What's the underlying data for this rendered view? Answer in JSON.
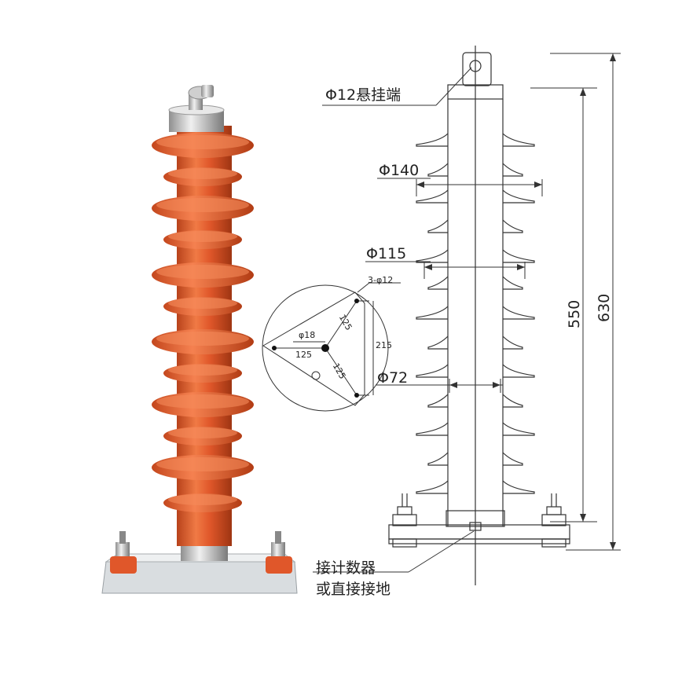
{
  "labels": {
    "suspension_end": "Φ12悬挂端",
    "dia_140": "Φ140",
    "dia_115": "Φ115",
    "dia_72": "Φ72",
    "height_550": "550",
    "height_630": "630",
    "counter_line1": "接计数器",
    "counter_line2": "或直接接地",
    "base_holes": "3-φ12",
    "base_center_hole": "φ18",
    "base_dim_215": "215",
    "base_dim_125_left": "125",
    "base_dim_125_top": "125",
    "base_dim_125_bottom": "125"
  },
  "colors": {
    "insulator_orange": "#e0572a",
    "insulator_dark": "#b73d15",
    "metal": "#c9c9c9",
    "line": "#333333"
  },
  "icons": {
    "product_photo": "arrester-photo-icon",
    "outline_drawing": "arrester-outline-drawing",
    "base_plate_drawing": "base-plate-drawing"
  }
}
